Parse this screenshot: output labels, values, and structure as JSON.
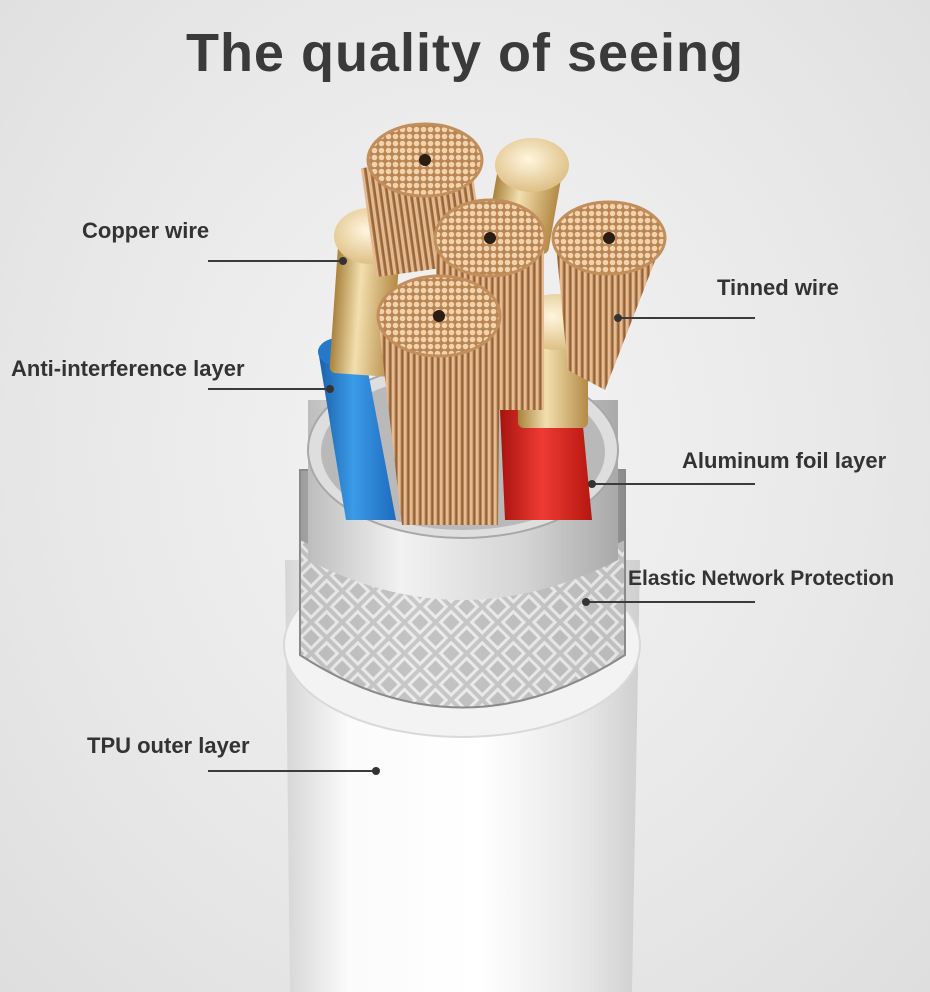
{
  "title": "The quality of seeing",
  "labels": {
    "copper_wire": "Copper wire",
    "tinned_wire": "Tinned wire",
    "anti_interference": "Anti-interference layer",
    "aluminum_foil": "Aluminum foil layer",
    "elastic_network": "Elastic Network Protection",
    "tpu_outer": "TPU outer layer"
  },
  "colors": {
    "background": "#e9e9e9",
    "copper": "#d9a464",
    "gold": "#e2c58a",
    "blue_insulation": "#2f86d6",
    "red_insulation": "#d8231d",
    "tpu_white": "#f7f7f7",
    "silver": "#c9c9c9"
  }
}
